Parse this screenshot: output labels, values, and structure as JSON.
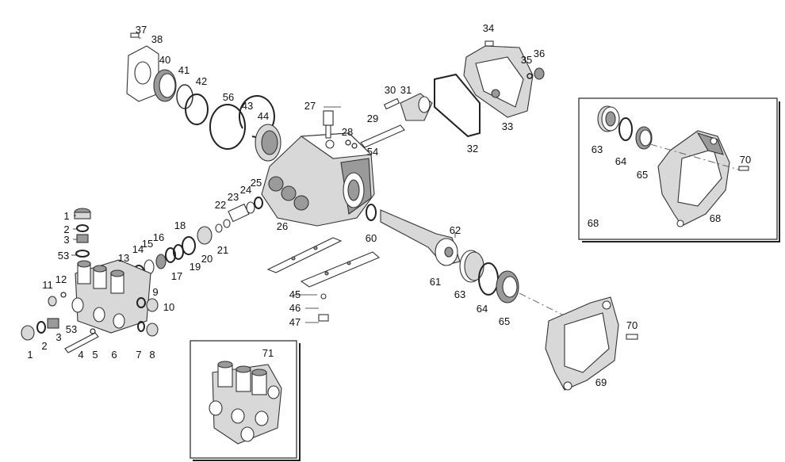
{
  "inset_labels": {
    "gearbox_inset": "68",
    "manifold_inset": "71"
  },
  "callouts": {
    "c1a": "1",
    "c2a": "2",
    "c3a": "3",
    "c53a": "53",
    "c1b": "1",
    "c2b": "2",
    "c3b": "3",
    "c53b": "53",
    "c4": "4",
    "c5": "5",
    "c6": "6",
    "c7": "7",
    "c8": "8",
    "c9": "9",
    "c10": "10",
    "c11": "11",
    "c12": "12",
    "c13": "13",
    "c14": "14",
    "c15": "15",
    "c16": "16",
    "c17": "17",
    "c18": "18",
    "c19": "19",
    "c20": "20",
    "c21": "21",
    "c22": "22",
    "c23": "23",
    "c24": "24",
    "c25": "25",
    "c26": "26",
    "c27": "27",
    "c28": "28",
    "c29": "29",
    "c30": "30",
    "c31": "31",
    "c32": "32",
    "c33": "33",
    "c34": "34",
    "c35": "35",
    "c36": "36",
    "c37": "37",
    "c38": "38",
    "c40": "40",
    "c41": "41",
    "c42": "42",
    "c43": "43",
    "c44": "44",
    "c45": "45",
    "c46": "46",
    "c47": "47",
    "c54": "54",
    "c56": "56",
    "c60": "60",
    "c61": "61",
    "c62": "62",
    "c63a": "63",
    "c64a": "64",
    "c65a": "65",
    "c63b": "63",
    "c64b": "64",
    "c65b": "65",
    "c68": "68",
    "c69": "69",
    "c70a": "70",
    "c70b": "70",
    "c71": "71"
  }
}
